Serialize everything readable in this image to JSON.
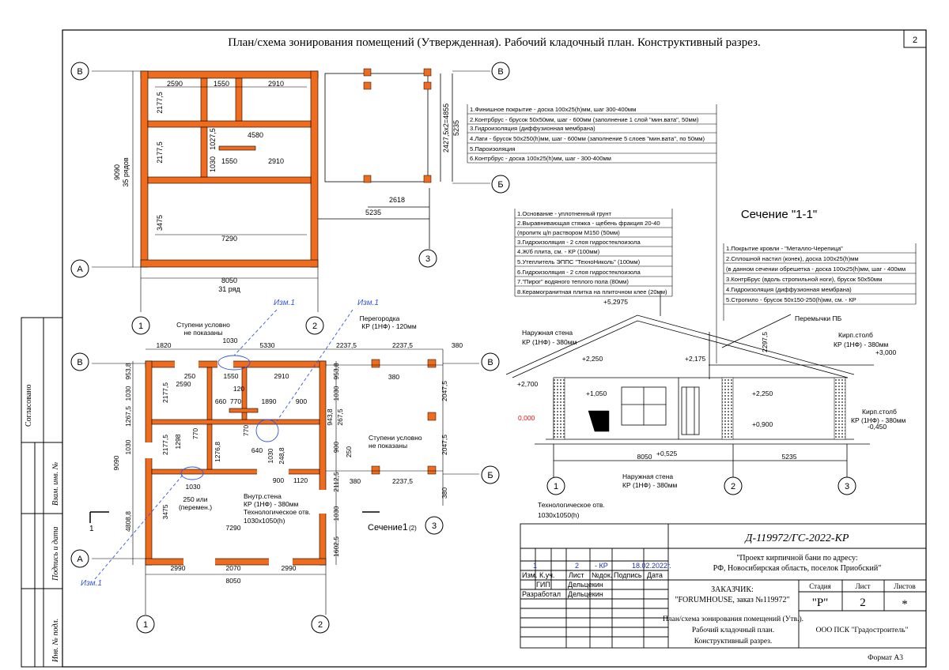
{
  "title": "План/схема зонирования помещений (Утвержденная). Рабочий кладочный план. Конструктивный разрез.",
  "sheet_number_corner": "2",
  "side_stamp": {
    "agreed": "Согласовано",
    "replace_inv": "Взам. инв. №",
    "sign_date": "Подпись и дата",
    "inv_orig": "Инв. № подл."
  },
  "axes": {
    "a": "А",
    "b": "Б",
    "v": "В",
    "one": "1",
    "two": "2",
    "three": "3"
  },
  "zoning_plan": {
    "dims_top": [
      "2590",
      "1550",
      "2910"
    ],
    "dim_left_1": "2177,5",
    "dim_left_2": "2177,5",
    "dim_left_3": "3475",
    "dim_mid": "4580",
    "dim_1027": "1027,5",
    "dim_1030": "1030",
    "dim_1550b": "1550",
    "dim_2910b": "2910",
    "dim_7290": "7290",
    "dim_total_h": "9090",
    "rows_h": "35 рядов",
    "dim_total_w": "8050",
    "rows_w": "31 ряд",
    "terrace_2618": "2618",
    "terrace_5235": "5235",
    "terrace_2427": "2427,5х2=4855",
    "terrace_5235v": "5235"
  },
  "terrace_layers": [
    "1.Финишное покрытие - доска 100х25(h)мм, шаг 300-400мм",
    "2.Контрбрус - брусок 50х50мм, шаг - 600мм (заполнение 1 слой \"мин.вата\", 50мм)",
    "3.Гидроизоляция (диффузионная мембрана)",
    "4.Лаги - брусок 50х250(h)мм, шаг - 600мм (заполнение 5 слоев \"мин.вата\", по 50мм)",
    "5.Пароизоляция",
    "6.Контрбрус - доска 100х25(h)мм, шаг - 300-400мм"
  ],
  "floor_layers": [
    "1.Основание - уплотненный грунт",
    "2.Выравнивающая стяжка - щебень фракция 20-40",
    "(пропитк ц/п раствором М150 (50мм)",
    "3.Гидроизоляция - 2 слоя гидростеклоизола",
    "4.Ж/б плита, см. - КР (100мм)",
    "5.Утеплитель ЭППС \"ТехноНиколь\" (100мм)",
    "6.Гидроизоляция - 2 слоя гидростеклоизола",
    "7.\"Пирог\" водяного теплого пола (80мм)",
    "8.Керамогранитная плитка на плиточном клее (20мм)"
  ],
  "roof_layers": [
    "1.Покрытие кровли - \"Металло-Черепица\"",
    "2.Сплошной настил (конек), доска 100х25(h)мм",
    "(в данном сечении обрешетка - доска 100х25(h)мм, шаг - 400мм",
    "3.КонтрБрус (вдоль стропильной ноги), брусок 50х50мм",
    "4.Гидроизоляция (диффузионная мембрана)",
    "5.Стропило - брусок 50х150-250(h)мм, см. - КР"
  ],
  "section": {
    "title": "Сечение \"1-1\"",
    "elev_5297": "+5,2975",
    "elev_2250": "+2,250",
    "elev_2175": "+2,175",
    "elev_3000": "+3,000",
    "elev_2700": "+2,700",
    "elev_1050": "+1,050",
    "elev_2250b": "+2,250",
    "elev_0900": "+0,900",
    "elev_0000": "0,000",
    "elev_0450": "-0,450",
    "elev_0525": "+0,525",
    "dim_2297": "2297,5",
    "dim_8050": "8050",
    "dim_5235": "5235",
    "outer_wall_a": "Наружная стена",
    "outer_wall_b": "КР (1НФ) - 380мм",
    "lintels": "Перемычки ПБ",
    "brick_col_a": "Кирп.столб",
    "brick_col_b": "КР (1НФ) - 380мм",
    "brick_col2_a": "Кирп.столб",
    "brick_col2_b": "КР (1НФ) - 380мм",
    "outer_wall2_a": "Наружная стена",
    "outer_wall2_b": "КР (1НФ) - 380мм",
    "tech_a": "Технологическое отв.",
    "tech_b": "1030х1050(h)"
  },
  "masonry_plan": {
    "top_dims": [
      "1820",
      "1030",
      "5330",
      "2237,5",
      "2237,5",
      "380"
    ],
    "steps_note_a": "Ступени условно",
    "steps_note_b": "не показаны",
    "partition_a": "Перегородка",
    "partition_b": "КР (1НФ) - 120мм",
    "izm1": "Изм.1",
    "izm2": "Изм.1",
    "izm3": "Изм.1",
    "r_250": "250",
    "r_1550": "1550",
    "r_2910": "2910",
    "r_2590": "2590",
    "r_2177a": "2177,5",
    "r_120": "120",
    "r_660": "660",
    "r_770": "770",
    "r_1890": "1890",
    "r_900": "900",
    "r_953": "953,8",
    "r_1030": "1030",
    "r_1267": "1267,5",
    "r_943": "943,8",
    "r_267": "267,5",
    "r_2047a": "2047,5",
    "r_2047b": "2047,5",
    "r_380a": "380",
    "r_2177b": "2177,5",
    "r_1298": "1298",
    "r_770b": "770",
    "r_1276": "1276,8",
    "r_640": "640",
    "r_1030b": "1030",
    "r_248": "248,8",
    "r_900b": "900",
    "r_250b": "250",
    "r_1120": "1120",
    "r_2112": "2112,5",
    "r_380b": "380",
    "r_2237": "2237,5",
    "r_380c": "380",
    "r_1030c": "1030",
    "r_1030d": "1030",
    "r_250or": "250 или",
    "r_peremen": "(перемен.)",
    "inner_a": "Внутр.стена",
    "inner_b": "КР (1НФ) - 380мм",
    "inner_c": "Технологическое отв.",
    "inner_d": "1030х1050(h)",
    "r_3475": "3475",
    "r_4808": "4808,8",
    "r_1602": "1602,5",
    "r_1030e": "1030",
    "r_7290": "7290",
    "r_9090": "9090",
    "bot_dims": [
      "2990",
      "2070",
      "2990"
    ],
    "r_8050": "8050",
    "steps2_a": "Ступени условно",
    "steps2_b": "не показаны",
    "section_mark": "Сечение",
    "section_num": "1",
    "section_sheet": "(2)",
    "cut_1": "1"
  },
  "stamp": {
    "code": "Д-119972/ГС-2022-КР",
    "project_a": "\"Проект кирпичной бани по адресу:",
    "project_b": "РФ, Новосибирская область, поселок Приобский\"",
    "rev_count": "1",
    "rev_sheet": "2",
    "rev_code": "- КР",
    "rev_date": "18.02.2022г.",
    "h_izm": "Изм.",
    "h_kuch": "К.уч.",
    "h_list": "Лист",
    "h_ndok": "№док.",
    "h_podpis": "Подпись",
    "h_data": "Дата",
    "gip_role": "ГИП",
    "gip_name": "Дельцекин",
    "dev_role": "Разработал",
    "dev_name": "Дельцекин",
    "customer_a": "ЗАКАЗЧИК:",
    "customer_b": "\"FORUMHOUSE, заказ №119972\"",
    "h_stage": "Стадия",
    "h_sheet": "Лист",
    "h_sheets": "Листов",
    "stage": "\"Р\"",
    "sheet": "2",
    "sheets": "*",
    "desc_a": "План/схема зонирования помещений (Утв.).",
    "desc_b": "Рабочий кладочный план.",
    "desc_c": "Конструктивный разрез.",
    "org": "ООО ПСК \"Градостроитель\"",
    "format": "Формат А3"
  }
}
